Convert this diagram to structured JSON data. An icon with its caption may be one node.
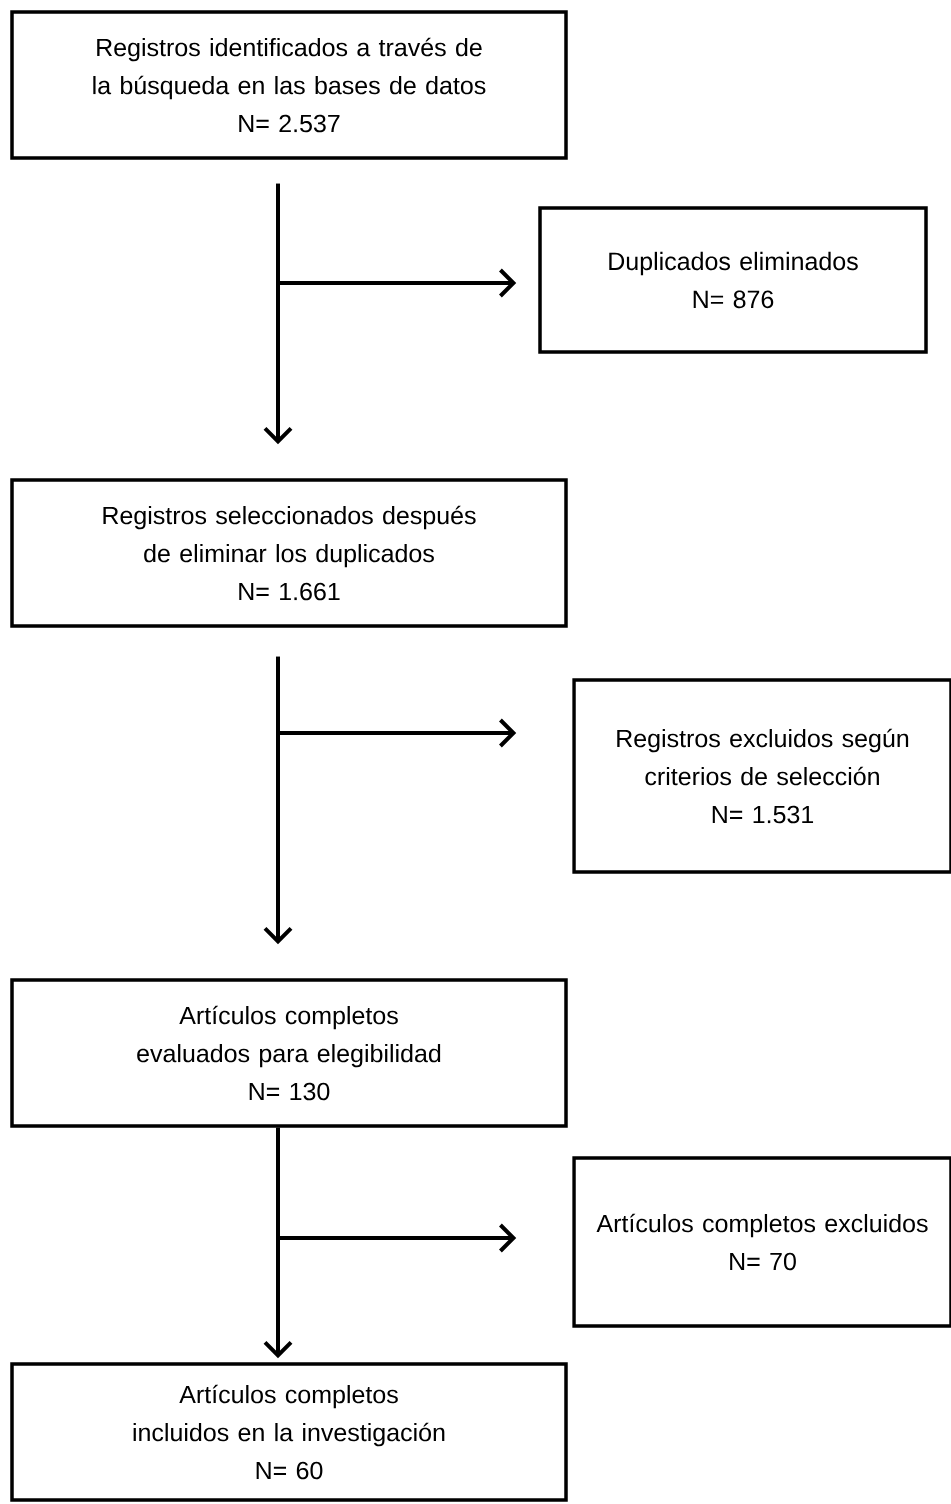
{
  "diagram": {
    "nodes": [
      {
        "text": [
          "Registros identificados a través de la búsqueda en las bases de datos",
          "N= 2.537"
        ]
      },
      {
        "text": [
          "Duplicados eliminados",
          "N= 876"
        ]
      },
      {
        "text": [
          "Registros seleccionados después de eliminar los duplicados",
          "N= 1.661"
        ]
      },
      {
        "text": [
          "Registros excluidos según criterios de selección",
          "N= 1.531"
        ]
      },
      {
        "text": [
          "Artículos completos evaluados para elegibilidad",
          "N= 130"
        ]
      },
      {
        "text": [
          "Artículos completos excluidos",
          "N= 70"
        ]
      },
      {
        "text": [
          "Artículos completos incluidos en la investigación",
          "N= 60"
        ]
      }
    ],
    "edges": [
      {
        "from": 0,
        "to": 1,
        "arrow": "to"
      },
      {
        "from": 0,
        "to": 2,
        "arrow": "to"
      },
      {
        "from": 2,
        "to": 3,
        "arrow": "to"
      },
      {
        "from": 2,
        "to": 4,
        "arrow": "to"
      },
      {
        "from": 4,
        "to": 5,
        "arrow": "to"
      },
      {
        "from": 4,
        "to": 6,
        "arrow": "to"
      }
    ]
  }
}
